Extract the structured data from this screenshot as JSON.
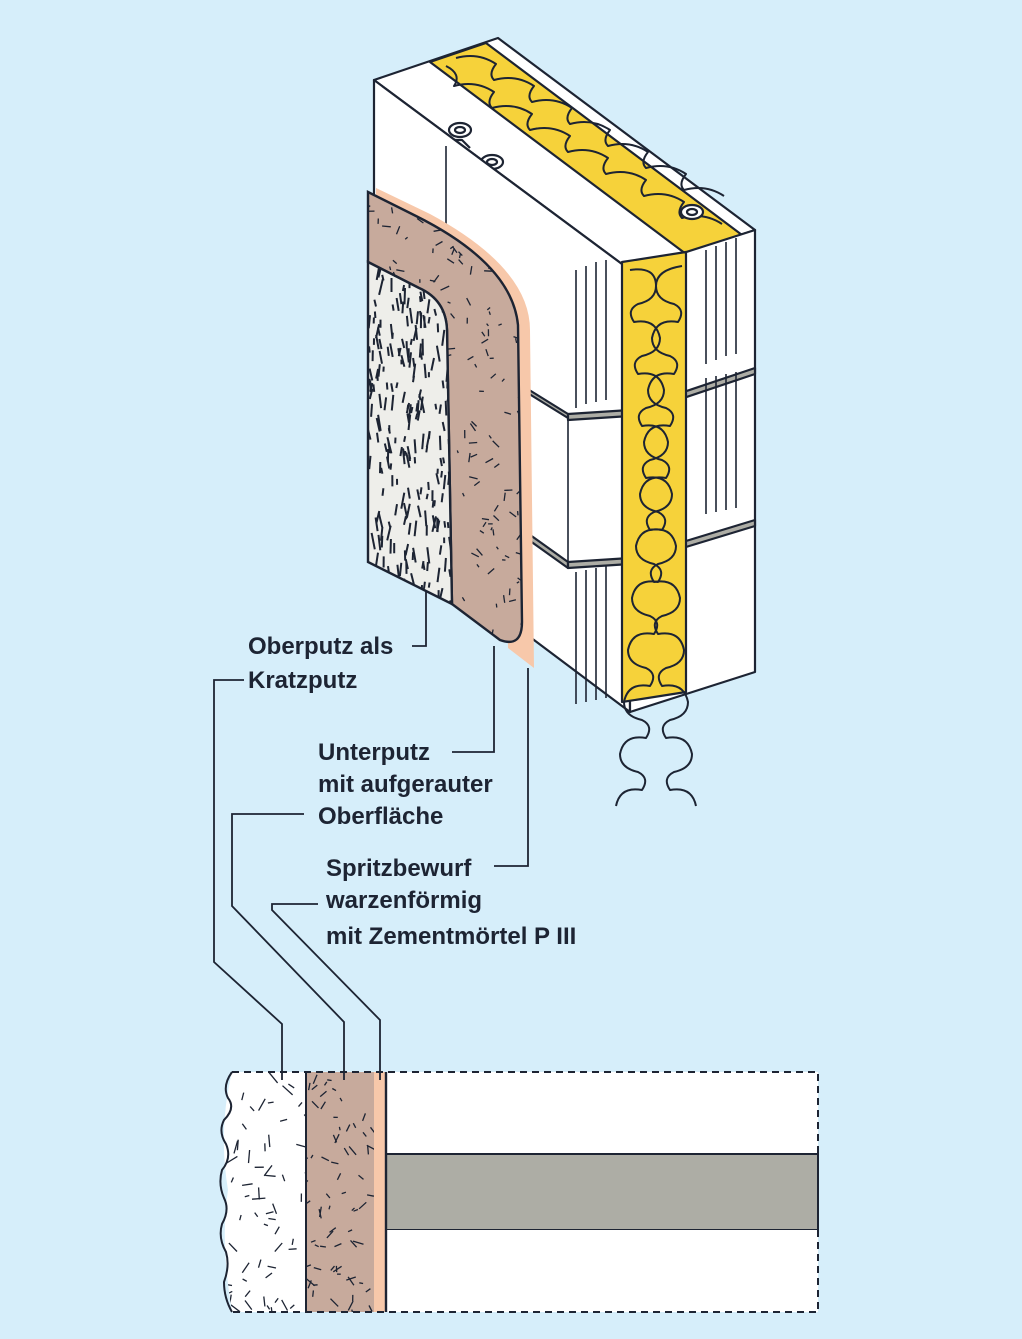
{
  "labels": {
    "oberputz": [
      "Oberputz als",
      "Kratzputz"
    ],
    "unterputz": [
      "Unterputz",
      "mit aufgerauter",
      "Oberfläche"
    ],
    "spritzbewurf": [
      "Spritzbewurf",
      "warzenförmig",
      "mit Zementmörtel P III"
    ]
  },
  "colors": {
    "background": "#d6eefa",
    "insulation": "#f6d23a",
    "oberputz": "#eeeeea",
    "unterputz": "#c7aa9c",
    "spritzbewurf": "#f7c8aa",
    "mortar_joint": "#adada5",
    "block": "#ffffff",
    "outline": "#1d2433"
  }
}
